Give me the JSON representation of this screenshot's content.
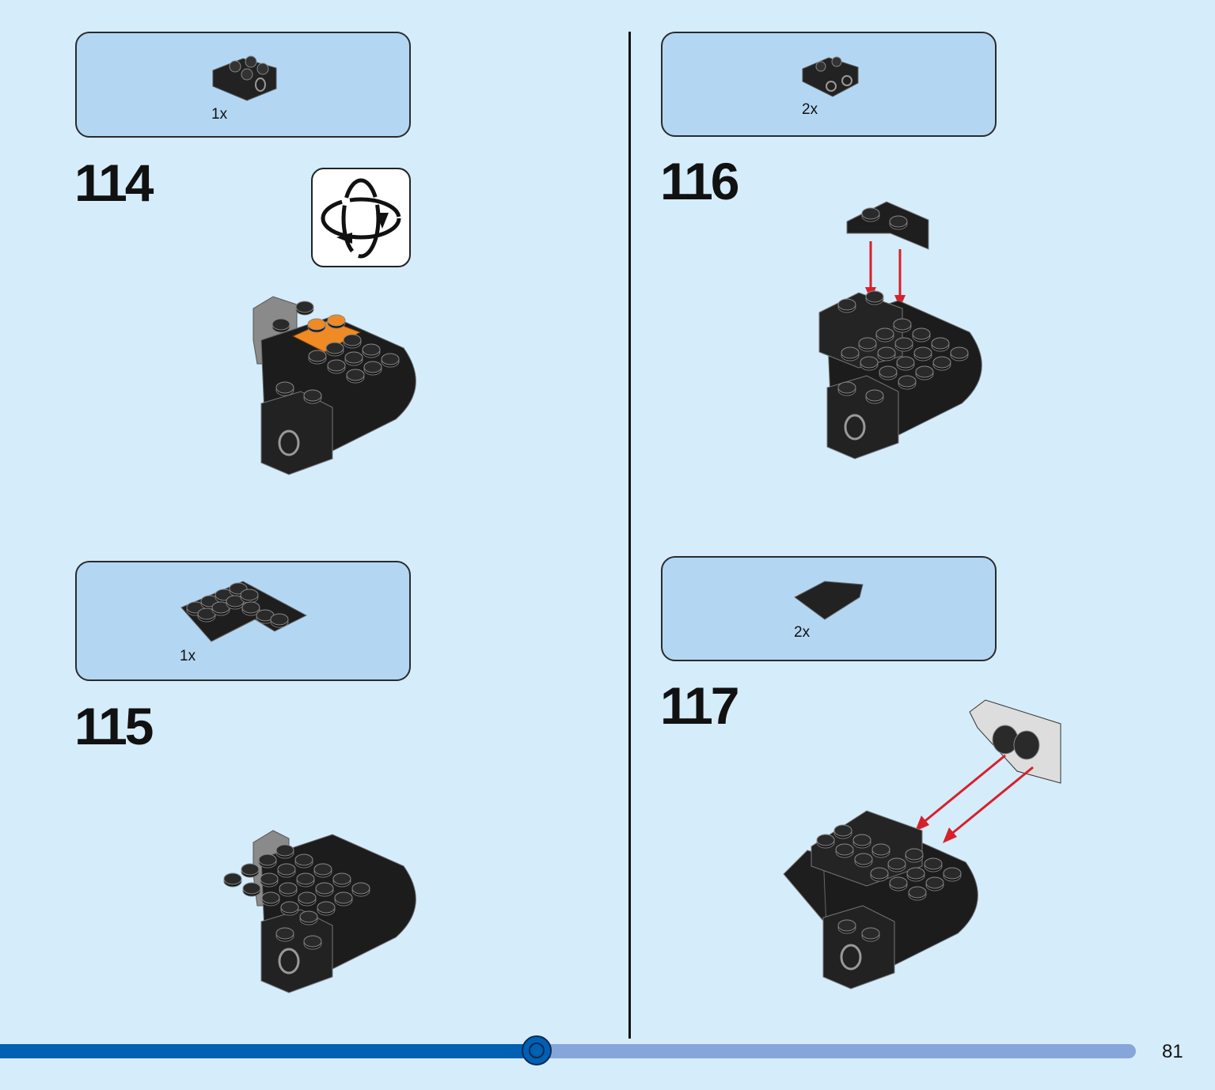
{
  "steps": [
    {
      "number": "114",
      "parts_qty": "1x"
    },
    {
      "number": "115",
      "parts_qty": "1x"
    },
    {
      "number": "116",
      "parts_qty": "2x"
    },
    {
      "number": "117",
      "parts_qty": "2x"
    }
  ],
  "icons": {
    "rotate": "rotate-model-icon"
  },
  "progress": {
    "fraction": 0.44
  },
  "page_number": "81",
  "colors": {
    "background": "#d5ecfb",
    "parts_box": "#b3d7f3",
    "progress_done": "#0060b2",
    "progress_remaining": "#86a5d8",
    "arrow_red": "#d8202a",
    "brick_orange": "#f08a24"
  }
}
